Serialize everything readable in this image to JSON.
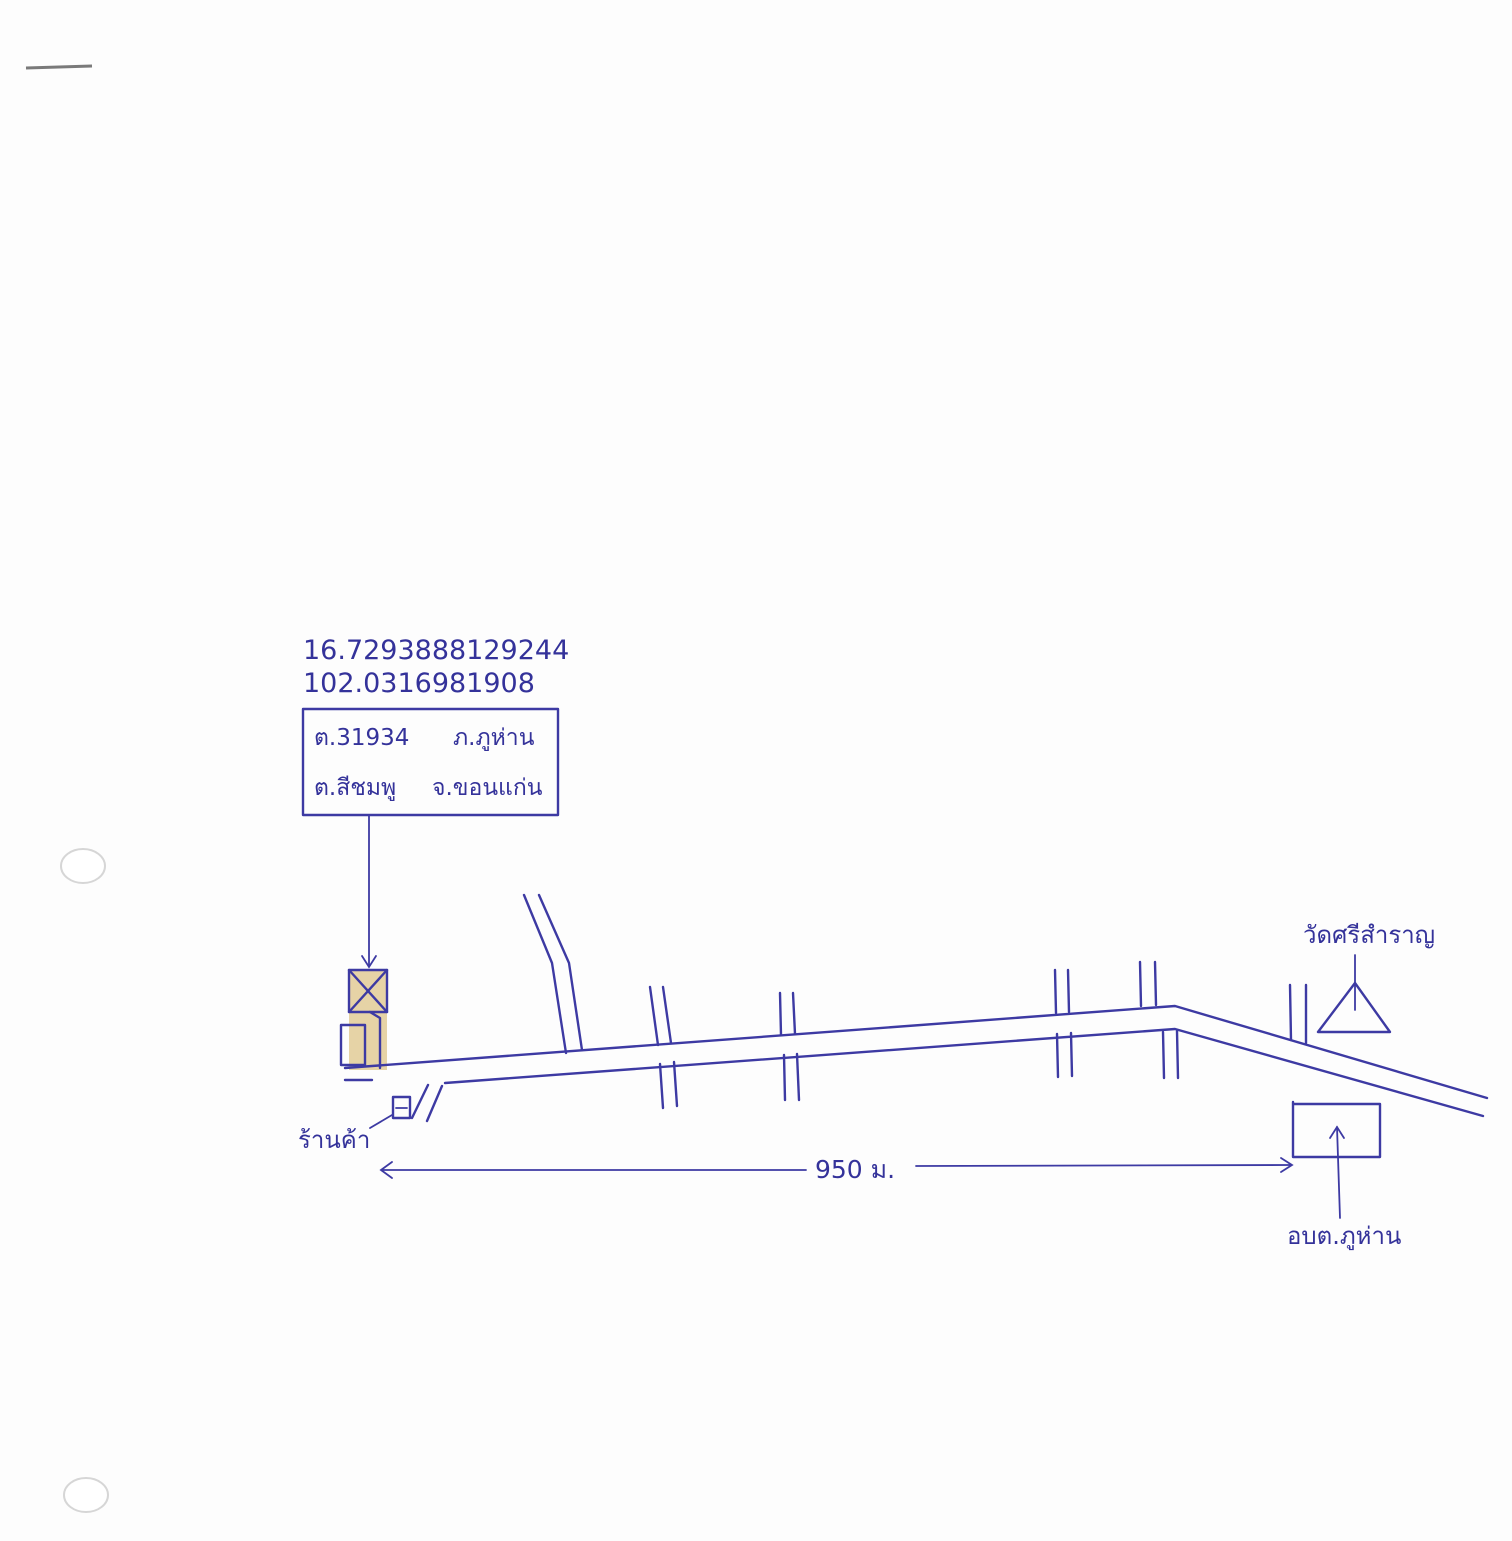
{
  "coordinates": {
    "latitude": "16.7293888129244",
    "longitude": "102.0316981908"
  },
  "address_box": {
    "line1_a": "ต.31934",
    "line1_b": "ภ.ภูห่าน",
    "line2_a": "ต.สีชมพู",
    "line2_b": "จ.ขอนแก่น"
  },
  "landmarks": {
    "temple": "วัดศรีสำราญ",
    "shop": "ร้านค้า",
    "office": "อบต.ภูห่าน"
  },
  "distance": {
    "label": "950 ม."
  },
  "colors": {
    "ink": "#3d3aa3",
    "site_fill": "#e6d3a6",
    "paper": "#fdfdfd"
  },
  "icons": {
    "temple": "triangle-icon",
    "site": "crossed-box-icon",
    "shop": "small-box-icon",
    "office": "building-box-icon"
  }
}
